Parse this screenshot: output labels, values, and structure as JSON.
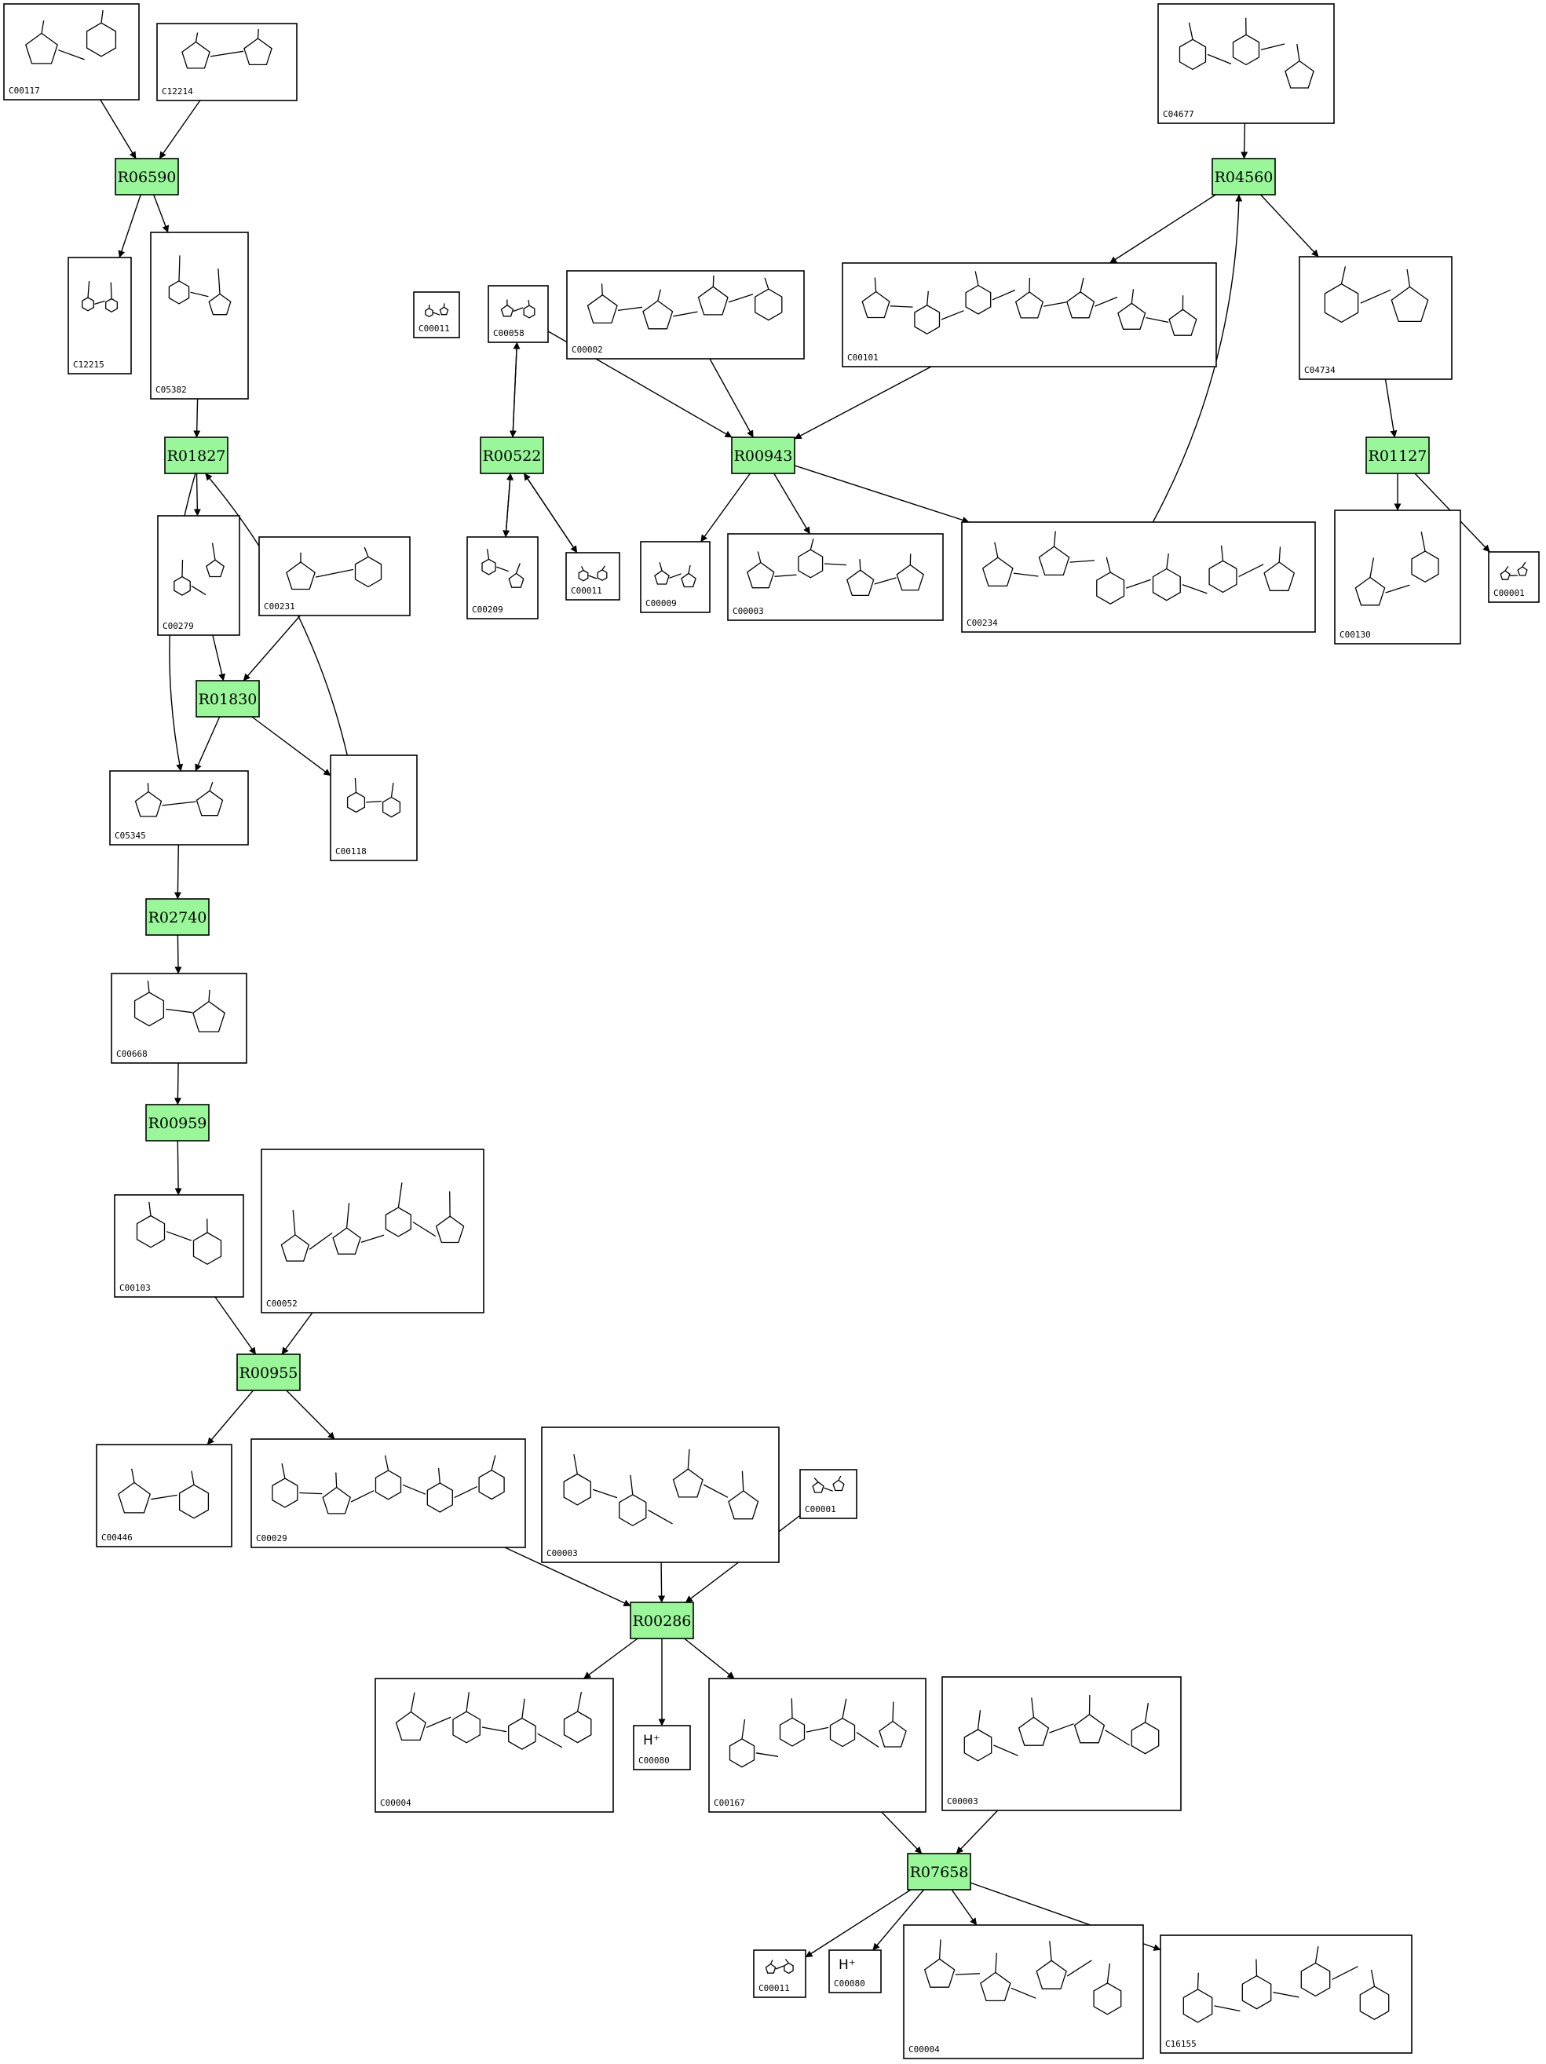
{
  "colors": {
    "reaction_fill": "#99f799",
    "stroke": "#000000",
    "background": "#ffffff"
  },
  "reactions": [
    "R06590",
    "R01827",
    "R01830",
    "R02740",
    "R00959",
    "R00955",
    "R00286",
    "R07658",
    "R00522",
    "R00943",
    "R04560",
    "R01127"
  ],
  "compounds": [
    {
      "id": "C00117"
    },
    {
      "id": "C12214"
    },
    {
      "id": "C12215"
    },
    {
      "id": "C05382"
    },
    {
      "id": "C00279"
    },
    {
      "id": "C00231"
    },
    {
      "id": "C05345"
    },
    {
      "id": "C00118"
    },
    {
      "id": "C00668"
    },
    {
      "id": "C00103"
    },
    {
      "id": "C00052"
    },
    {
      "id": "C00446"
    },
    {
      "id": "C00029"
    },
    {
      "id": "C00003"
    },
    {
      "id": "C00001"
    },
    {
      "id": "C00004"
    },
    {
      "id": "C00080",
      "glyph": "H⁺"
    },
    {
      "id": "C00167"
    },
    {
      "id": "C00003"
    },
    {
      "id": "C00011"
    },
    {
      "id": "C00080",
      "glyph": "H⁺"
    },
    {
      "id": "C00004"
    },
    {
      "id": "C16155"
    },
    {
      "id": "C00011"
    },
    {
      "id": "C00058"
    },
    {
      "id": "C00002"
    },
    {
      "id": "C00101"
    },
    {
      "id": "C00209"
    },
    {
      "id": "C00011"
    },
    {
      "id": "C00009"
    },
    {
      "id": "C00003"
    },
    {
      "id": "C00234"
    },
    {
      "id": "C04677"
    },
    {
      "id": "C04734"
    },
    {
      "id": "C00130"
    },
    {
      "id": "C00001"
    }
  ],
  "edges": [
    {
      "from": "C00117",
      "to": "R06590"
    },
    {
      "from": "C12214",
      "to": "R06590"
    },
    {
      "from": "R06590",
      "to": "C12215"
    },
    {
      "from": "R06590",
      "to": "C05382"
    },
    {
      "from": "C05382",
      "to": "R01827"
    },
    {
      "from": "R01827",
      "to": "C00279"
    },
    {
      "from": "R01827",
      "to": "C05345"
    },
    {
      "from": "C00118",
      "to": "R01827"
    },
    {
      "from": "C00279",
      "to": "R01830"
    },
    {
      "from": "C00231",
      "to": "R01830"
    },
    {
      "from": "R01830",
      "to": "C05345"
    },
    {
      "from": "R01830",
      "to": "C00118"
    },
    {
      "from": "C05345",
      "to": "R02740"
    },
    {
      "from": "R02740",
      "to": "C00668"
    },
    {
      "from": "C00668",
      "to": "R00959"
    },
    {
      "from": "R00959",
      "to": "C00103"
    },
    {
      "from": "C00103",
      "to": "R00955"
    },
    {
      "from": "C00052",
      "to": "R00955"
    },
    {
      "from": "R00955",
      "to": "C00446"
    },
    {
      "from": "R00955",
      "to": "C00029"
    },
    {
      "from": "C00029",
      "to": "R00286"
    },
    {
      "from": "C00003",
      "to": "R00286"
    },
    {
      "from": "C00001",
      "to": "R00286"
    },
    {
      "from": "R00286",
      "to": "C00004"
    },
    {
      "from": "R00286",
      "to": "C00080"
    },
    {
      "from": "R00286",
      "to": "C00167"
    },
    {
      "from": "C00167",
      "to": "R07658"
    },
    {
      "from": "C00003",
      "to": "R07658"
    },
    {
      "from": "R07658",
      "to": "C00011"
    },
    {
      "from": "R07658",
      "to": "C00080"
    },
    {
      "from": "R07658",
      "to": "C00004"
    },
    {
      "from": "R07658",
      "to": "C16155"
    },
    {
      "from": "C00011",
      "to": "R00522"
    },
    {
      "from": "C00058",
      "to": "R00522"
    },
    {
      "from": "R00522",
      "to": "C00058"
    },
    {
      "from": "R00522",
      "to": "C00209"
    },
    {
      "from": "C00209",
      "to": "R00522"
    },
    {
      "from": "R00522",
      "to": "C00011"
    },
    {
      "from": "C00058",
      "to": "R00943"
    },
    {
      "from": "C00002",
      "to": "R00943"
    },
    {
      "from": "C00101",
      "to": "R00943"
    },
    {
      "from": "R00943",
      "to": "C00009"
    },
    {
      "from": "R00943",
      "to": "C00003"
    },
    {
      "from": "R00943",
      "to": "C00234"
    },
    {
      "from": "C00234",
      "to": "R04560"
    },
    {
      "from": "C04677",
      "to": "R04560"
    },
    {
      "from": "R04560",
      "to": "C00101"
    },
    {
      "from": "R04560",
      "to": "C04734"
    },
    {
      "from": "C04734",
      "to": "R01127"
    },
    {
      "from": "R01127",
      "to": "C00130"
    },
    {
      "from": "R01127",
      "to": "C00001"
    }
  ]
}
